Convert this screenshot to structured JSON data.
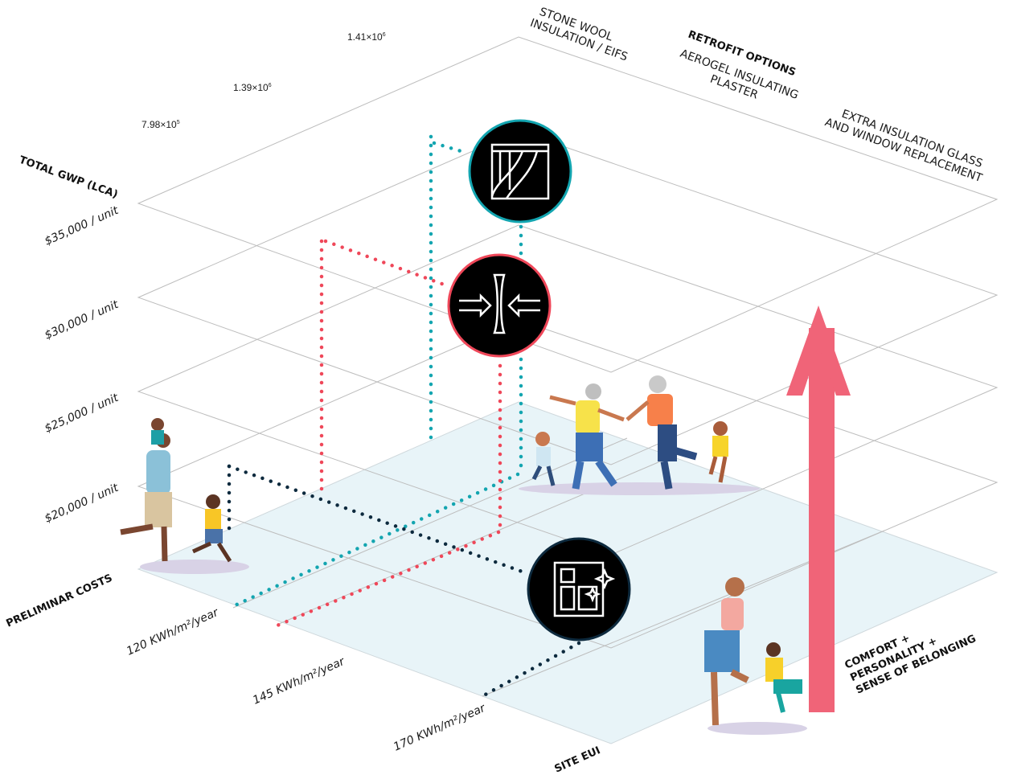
{
  "axes": {
    "gwp": {
      "title": "TOTAL GWP (LCA)",
      "ticks": [
        {
          "mant": "7.98×10",
          "exp": "5"
        },
        {
          "mant": "1.39×10",
          "exp": "6"
        },
        {
          "mant": "1.41×10",
          "exp": "6"
        }
      ]
    },
    "costs": {
      "title": "PRELIMINAR COSTS",
      "ticks": [
        "$35,000 / unit",
        "$30,000 / unit",
        "$25,000 / unit",
        "$20,000 / unit"
      ]
    },
    "eui": {
      "title": "SITE EUI",
      "ticks": [
        "120 KWh/m²/year",
        "145 KWh/m²/year",
        "170 KWh/m²/year"
      ]
    },
    "retrofit": {
      "title": "RETROFIT OPTIONS",
      "options": [
        [
          "STONE WOOL",
          "INSULATION / EIFS"
        ],
        [
          "AEROGEL INSULATING",
          "PLASTER"
        ],
        [
          "EXTRA INSULATION GLASS",
          "AND WINDOW REPLACEMENT"
        ]
      ]
    }
  },
  "arrow_label": [
    "COMFORT +",
    "PERSONALITY +",
    "SENSE OF BELONGING"
  ],
  "icons": [
    "stone-wool-icon",
    "aerogel-plaster-icon",
    "window-replacement-icon"
  ],
  "colors": {
    "teal": "#13a5b0",
    "red": "#ef4759",
    "navy": "#0d2a3e",
    "arrow": "#f06478",
    "base_plane": "#e8f4f8",
    "grid": "#bdbdbd"
  }
}
